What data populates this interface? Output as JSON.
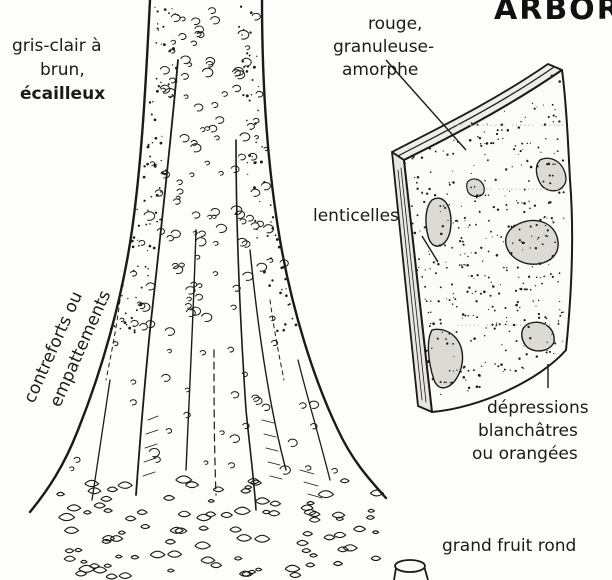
{
  "header": {
    "title": "ARBOR"
  },
  "labels": {
    "gris_line1": "gris-clair à",
    "gris_line2": "brun,",
    "gris_line3": "écailleux",
    "rouge_line1": "rouge,",
    "rouge_line2": "granuleuse-",
    "rouge_line3": "amorphe",
    "lenticelles": "lenticelles",
    "contreforts_line1": "contreforts ou",
    "contreforts_line2": "empattements",
    "depressions_line1": "dépressions",
    "depressions_line2": "blanchâtres",
    "depressions_line3": "ou orangées",
    "fruit": "grand fruit rond"
  },
  "colors": {
    "ink": "#1a1a1a",
    "paper": "#fdfdfb",
    "show_through": "#c9c9c6"
  }
}
